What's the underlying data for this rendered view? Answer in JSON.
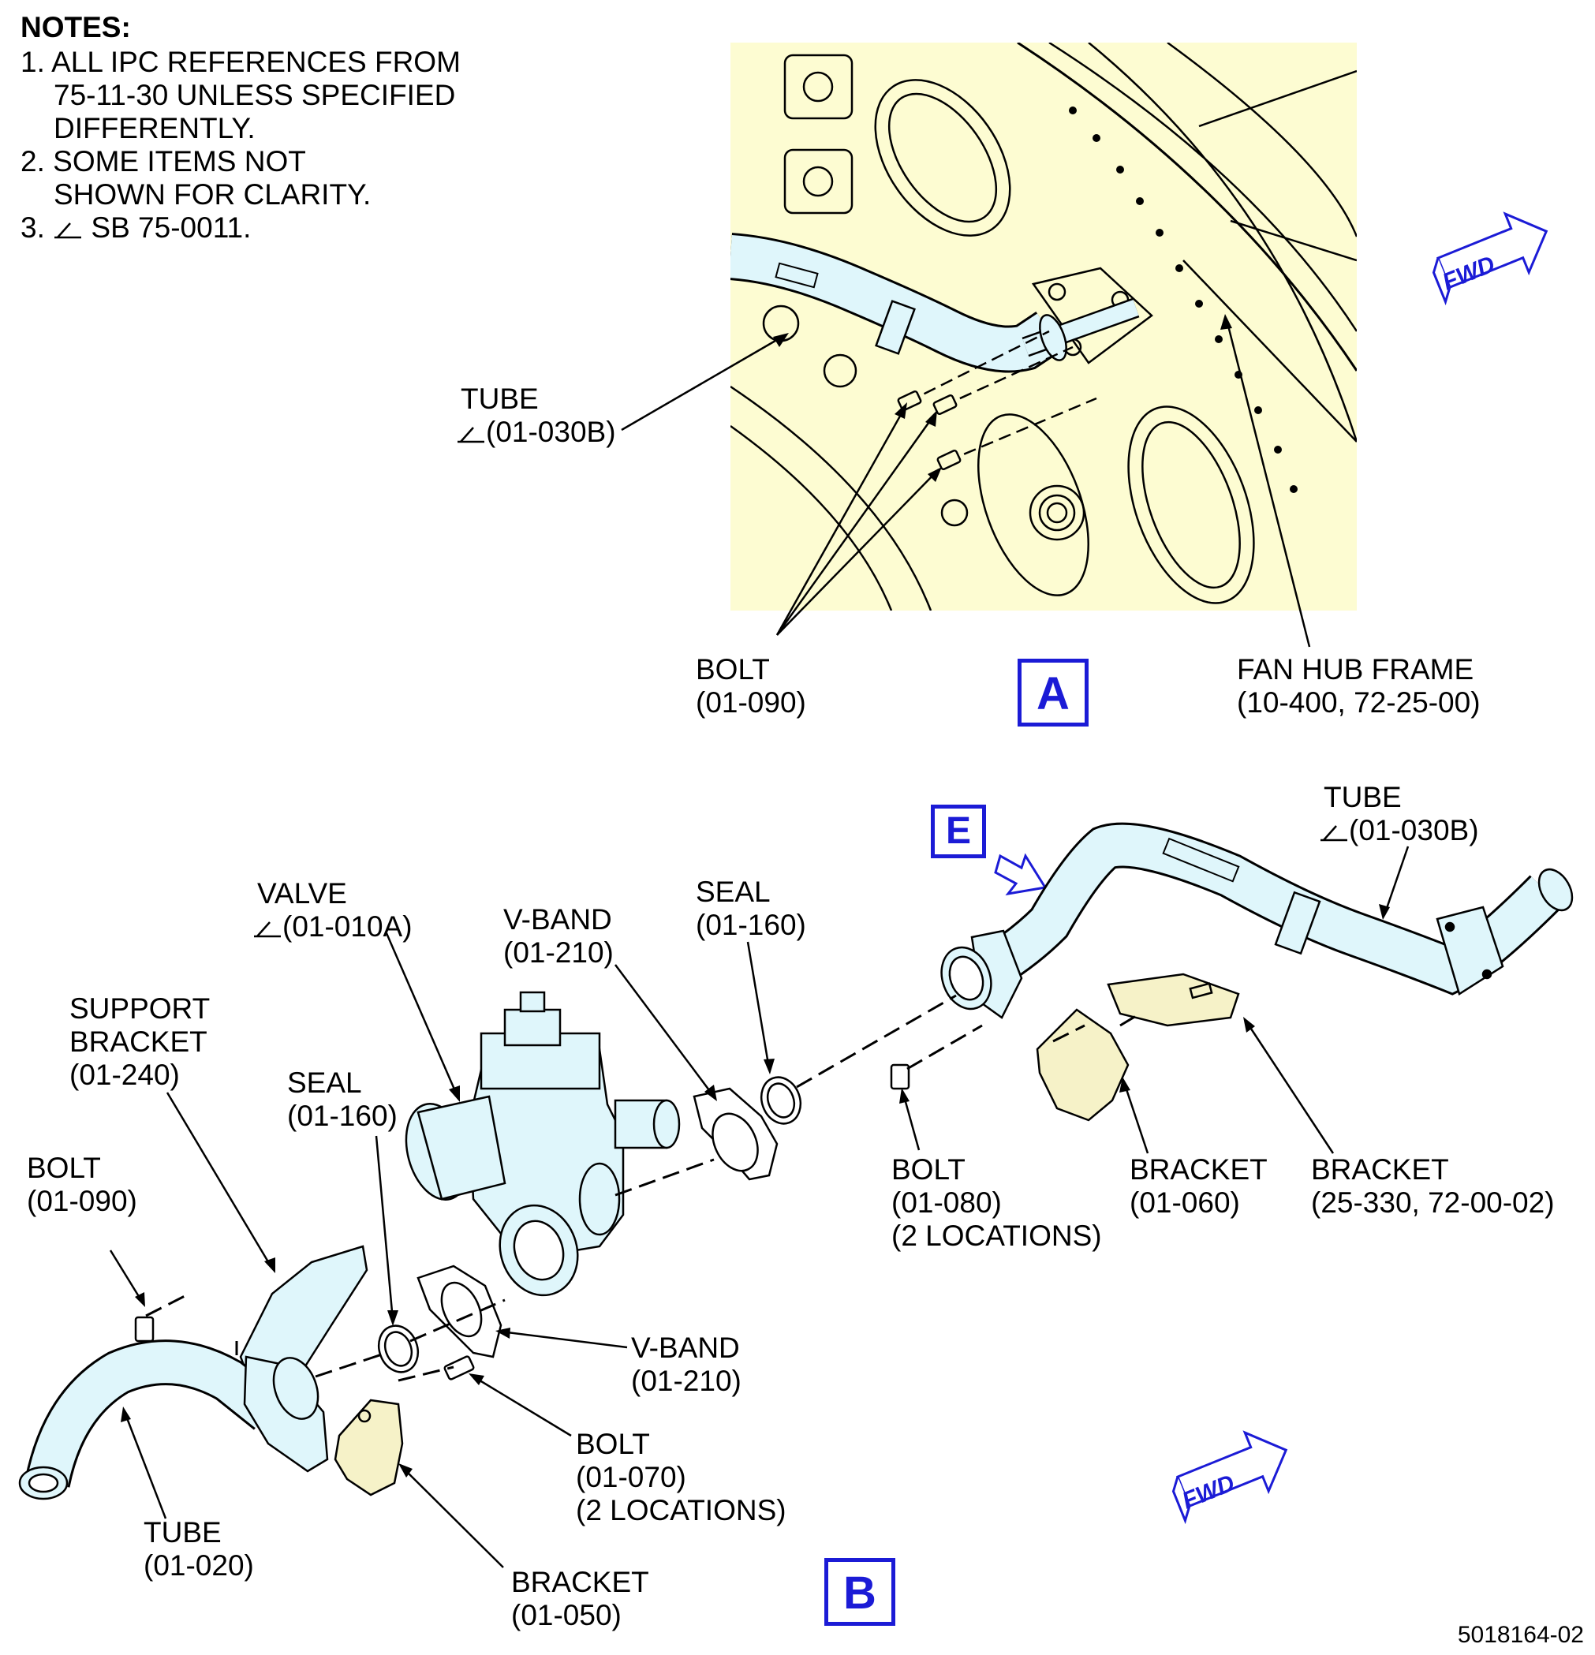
{
  "notes": {
    "title": "NOTES:",
    "items": [
      {
        "num": "1.",
        "lines": [
          "ALL IPC REFERENCES FROM",
          "75-11-30 UNLESS SPECIFIED",
          "DIFFERENTLY."
        ]
      },
      {
        "num": "2.",
        "lines": [
          "SOME ITEMS NOT",
          "SHOWN FOR CLARITY."
        ]
      },
      {
        "num": "3.",
        "lines": [
          "SB 75-0011."
        ]
      }
    ]
  },
  "view_a": {
    "id": "A",
    "fwd": "FWD",
    "labels": {
      "tube_name": "TUBE",
      "tube_ref": "(01-030B)",
      "bolt_name": "BOLT",
      "bolt_ref": "(01-090)",
      "frame_name": "FAN HUB FRAME",
      "frame_ref": "(10-400, 72-25-00)"
    }
  },
  "view_e": {
    "id": "E"
  },
  "view_b": {
    "id": "B",
    "fwd": "FWD",
    "labels": {
      "tube_top_name": "TUBE",
      "tube_top_ref": "(01-030B)",
      "valve_name": "VALVE",
      "valve_ref": "(01-010A)",
      "vband_top_name": "V-BAND",
      "vband_top_ref": "(01-210)",
      "seal_top_name": "SEAL",
      "seal_top_ref": "(01-160)",
      "support_name_1": "SUPPORT",
      "support_name_2": "BRACKET",
      "support_ref": "(01-240)",
      "seal_low_name": "SEAL",
      "seal_low_ref": "(01-160)",
      "bolt_left_name": "BOLT",
      "bolt_left_ref": "(01-090)",
      "bolt_080_name": "BOLT",
      "bolt_080_ref": "(01-080)",
      "bolt_080_loc": "(2 LOCATIONS)",
      "bracket_060_name": "BRACKET",
      "bracket_060_ref": "(01-060)",
      "bracket_330_name": "BRACKET",
      "bracket_330_ref": "(25-330, 72-00-02)",
      "vband_low_name": "V-BAND",
      "vband_low_ref": "(01-210)",
      "bolt_070_name": "BOLT",
      "bolt_070_ref": "(01-070)",
      "bolt_070_loc": "(2 LOCATIONS)",
      "tube_020_name": "TUBE",
      "tube_020_ref": "(01-020)",
      "bracket_050_name": "BRACKET",
      "bracket_050_ref": "(01-050)"
    }
  },
  "figure_id": "5018164-02",
  "colors": {
    "view_a_bg": "#fdfcd2",
    "tube_fill": "#dff6fb",
    "bracket_fill": "#f6f2c8",
    "accent_blue": "#1b1bd6",
    "line": "#000000"
  }
}
